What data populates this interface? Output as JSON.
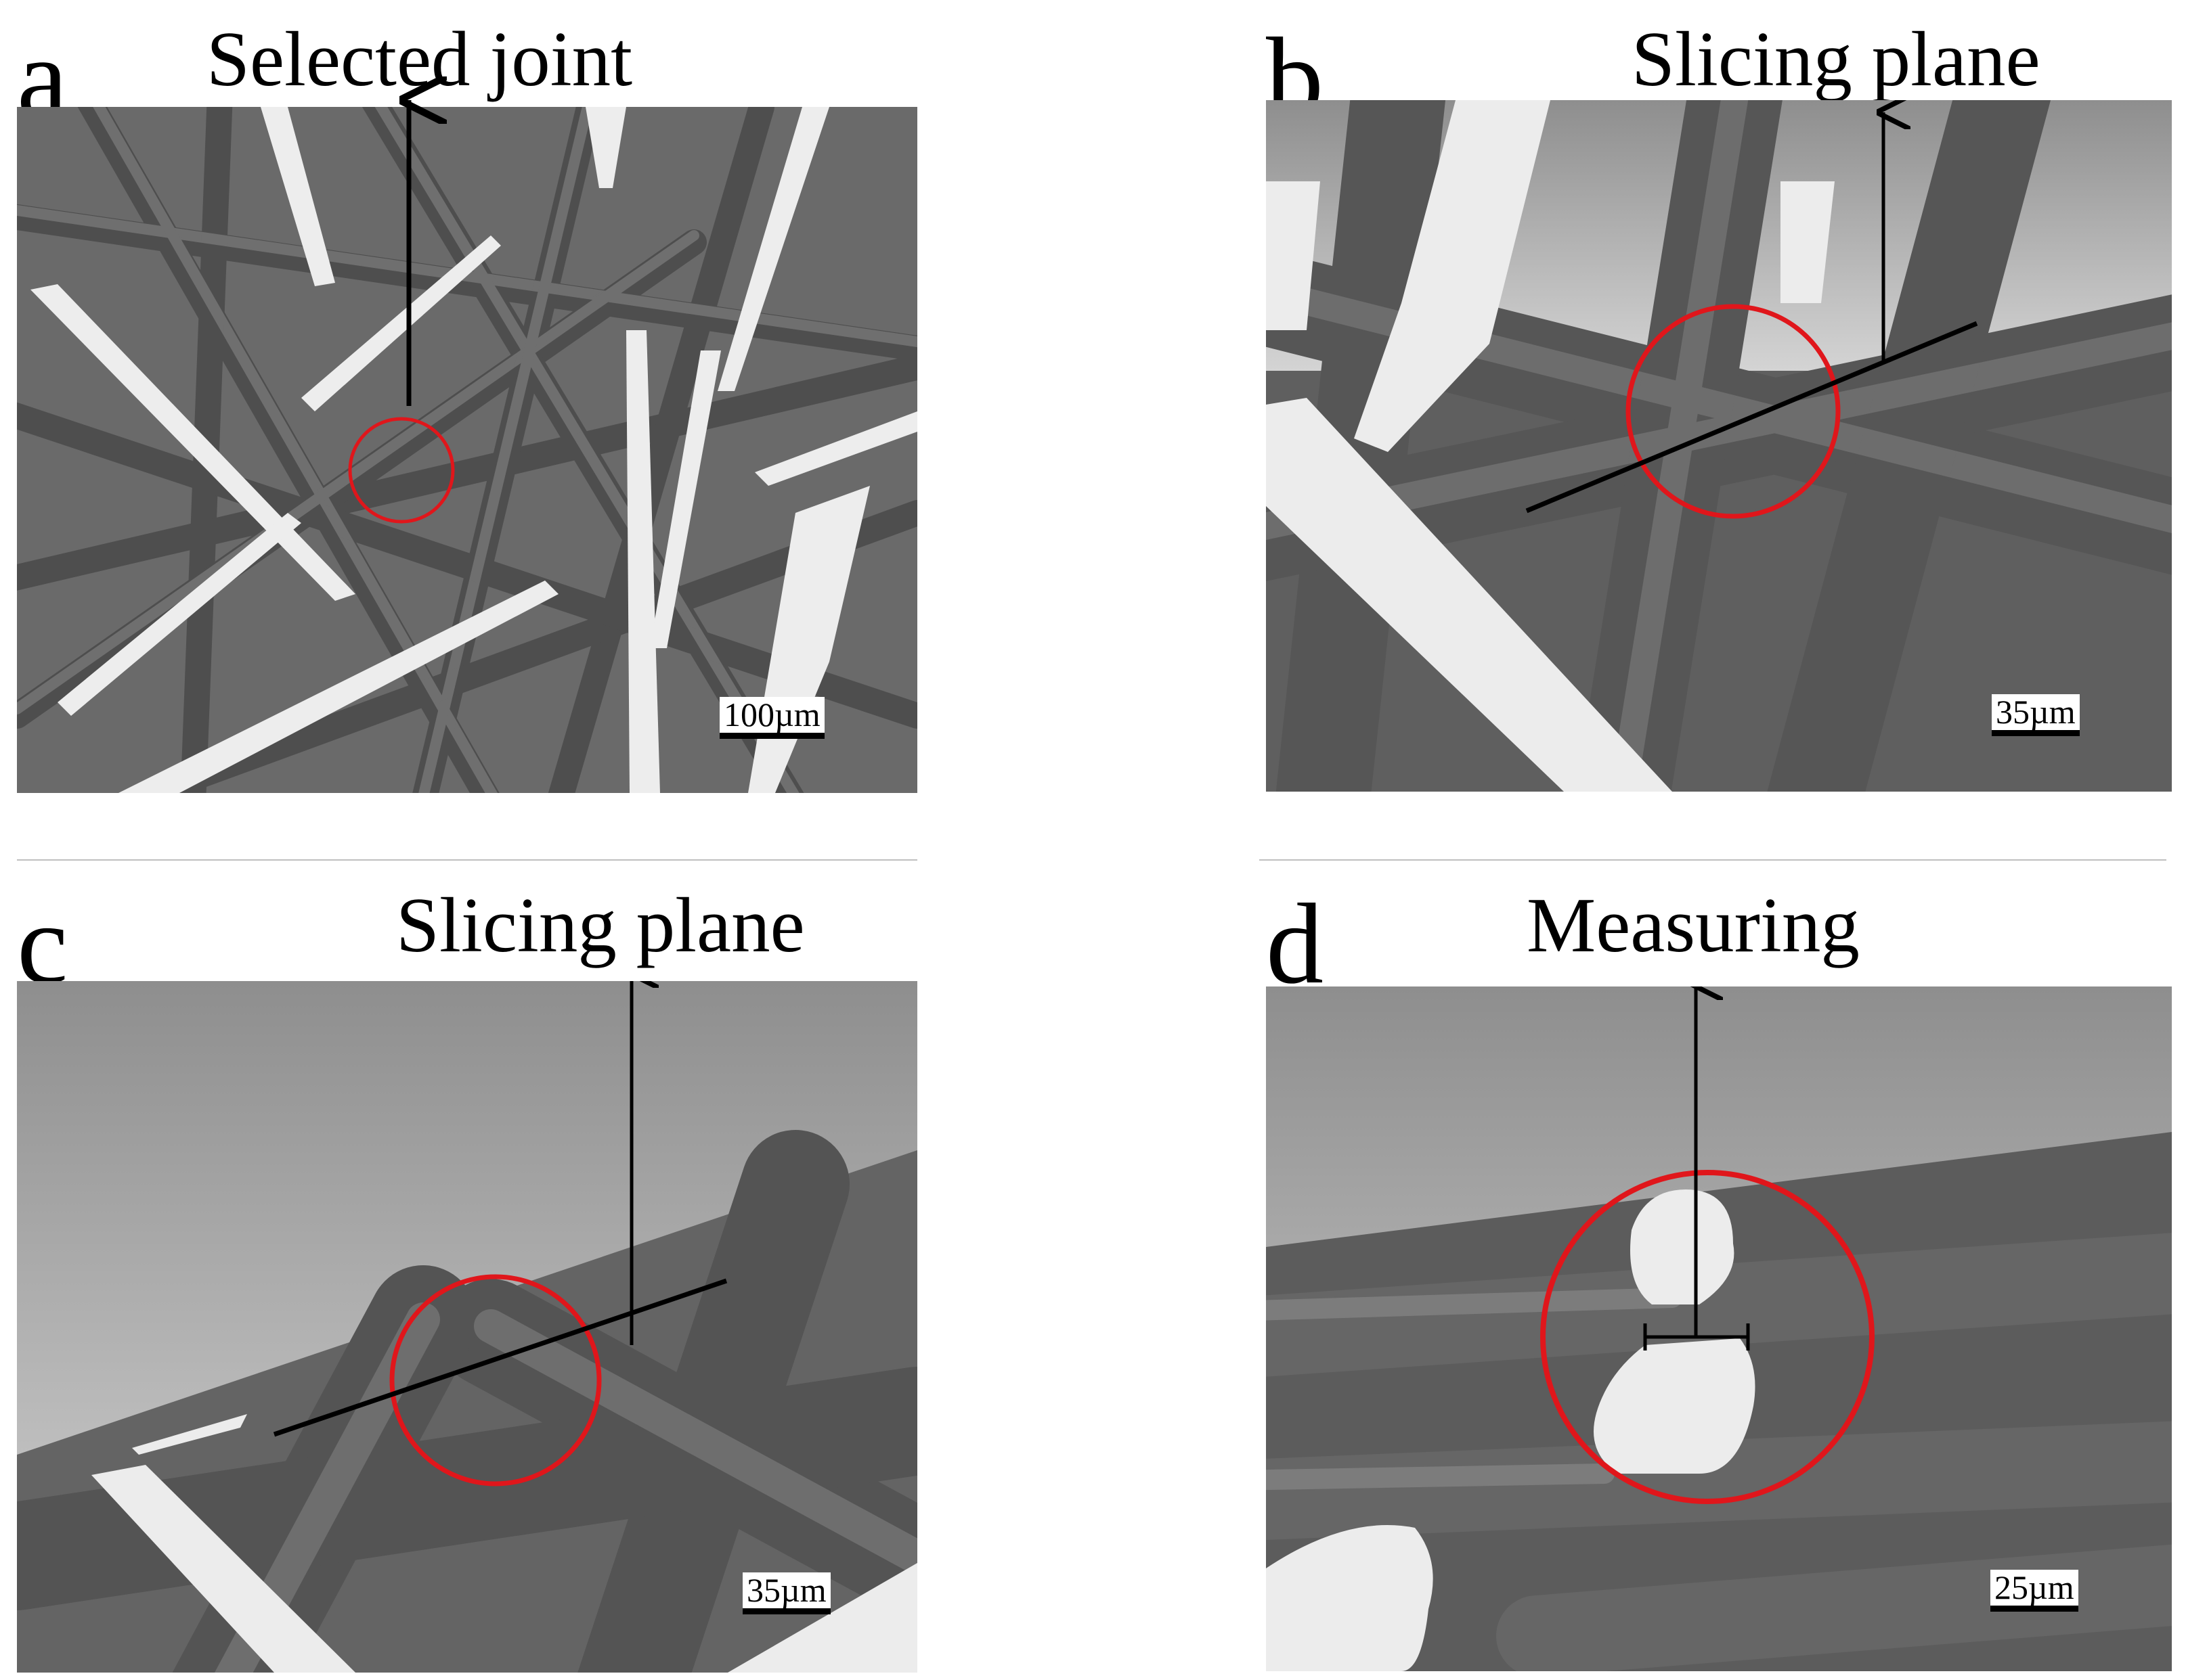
{
  "panels": [
    {
      "letter": "a",
      "title": "Selected joint",
      "scale": "100µm"
    },
    {
      "letter": "b",
      "title": "Slicing plane",
      "scale": "35µm"
    },
    {
      "letter": "c",
      "title": "Slicing plane",
      "scale": "35µm"
    },
    {
      "letter": "d",
      "title": "Measuring",
      "scale": "25µm"
    }
  ],
  "colors": {
    "fiber": "#5e5e5e",
    "fiber_light": "#8a8a8a",
    "background": "#6b6b6b",
    "sky": "#a6a6a6",
    "highlight": "#e2e2e2",
    "marker": "#e0161b",
    "arrow": "#000000"
  }
}
